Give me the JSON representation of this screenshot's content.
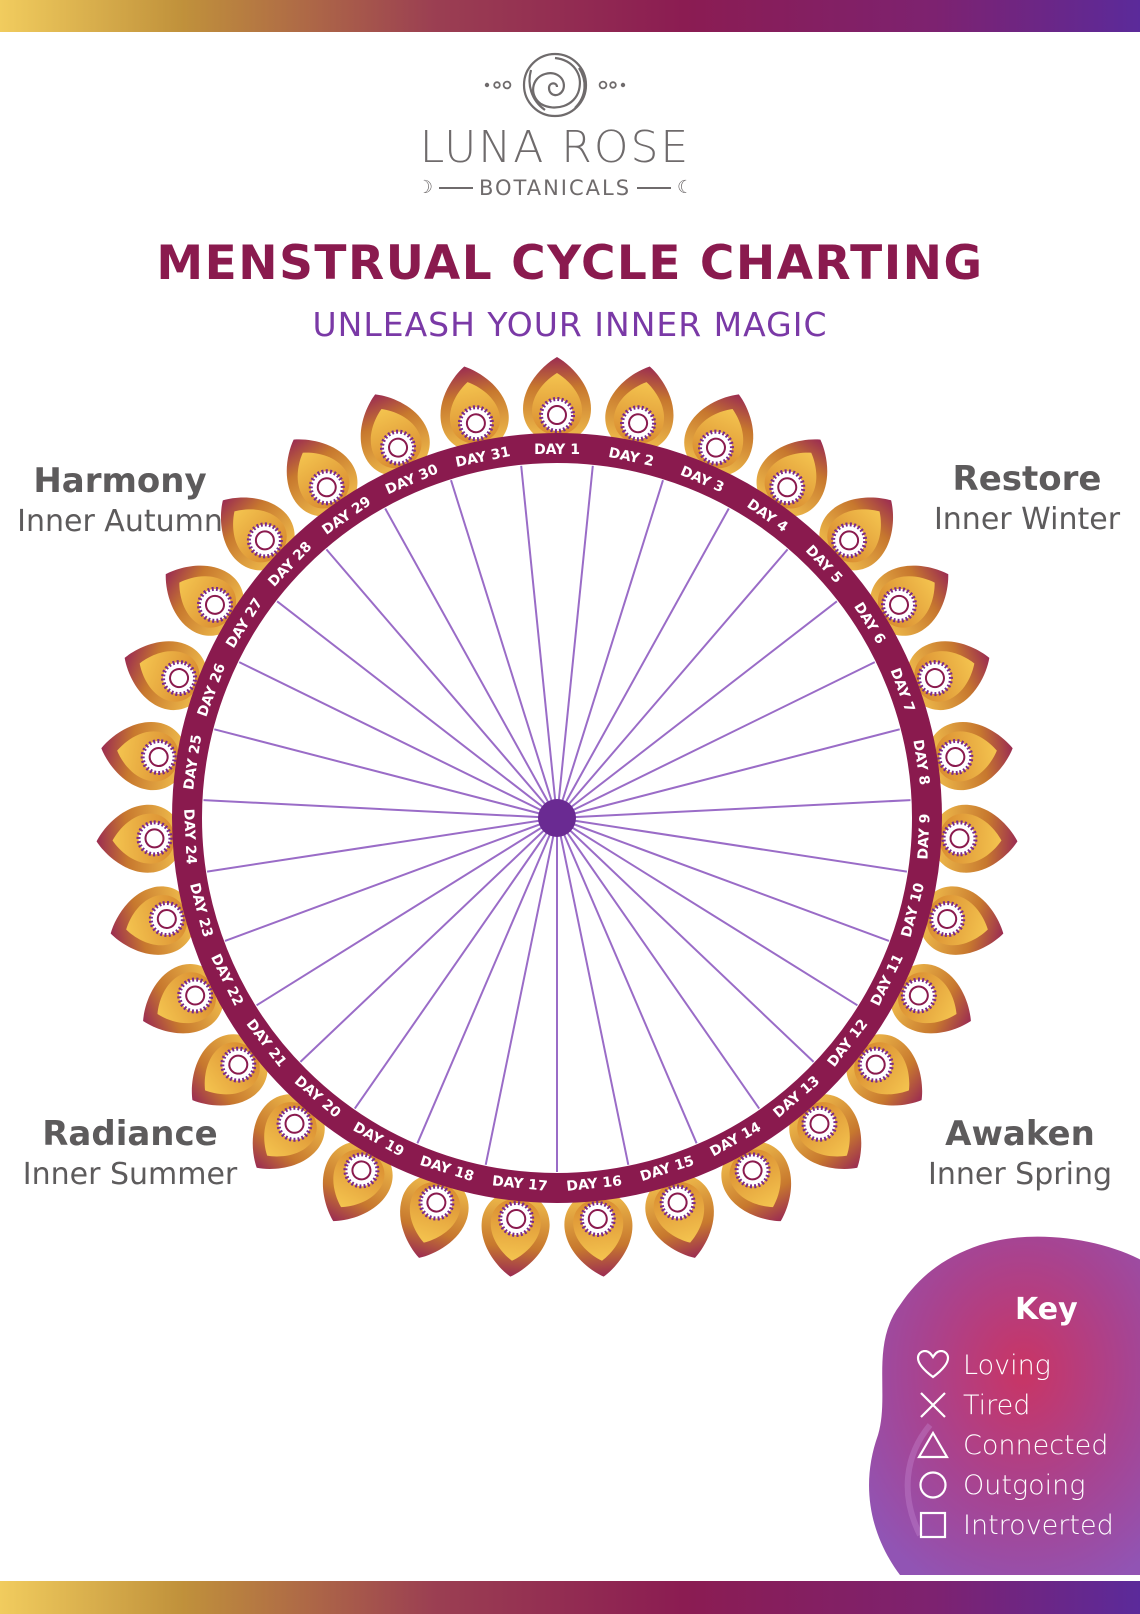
{
  "brand": {
    "name": "LUNA ROSE",
    "sub": "BOTANICALS"
  },
  "title": "MENSTRUAL CYCLE CHARTING",
  "subtitle": "UNLEASH YOUR INNER MAGIC",
  "seasons": {
    "autumn": {
      "name": "Harmony",
      "inner": "Inner Autumn"
    },
    "winter": {
      "name": "Restore",
      "inner": "Inner Winter"
    },
    "summer": {
      "name": "Radiance",
      "inner": "Inner Summer"
    },
    "spring": {
      "name": "Awaken",
      "inner": "Inner Spring"
    }
  },
  "days": [
    "DAY 1",
    "DAY 2",
    "DAY 3",
    "DAY 4",
    "DAY 5",
    "DAY 6",
    "DAY 7",
    "DAY 8",
    "DAY 9",
    "DAY 10",
    "DAY 11",
    "DAY 12",
    "DAY 13",
    "DAY 14",
    "DAY 15",
    "DAY 16",
    "DAY 17",
    "DAY 18",
    "DAY 19",
    "DAY 20",
    "DAY 21",
    "DAY 22",
    "DAY 23",
    "DAY 24",
    "DAY 25",
    "DAY 26",
    "DAY 27",
    "DAY 28",
    "DAY 29",
    "DAY 30",
    "DAY 31"
  ],
  "key": {
    "title": "Key",
    "items": [
      {
        "icon": "heart-icon",
        "label": "Loving"
      },
      {
        "icon": "x-icon",
        "label": "Tired"
      },
      {
        "icon": "triangle-icon",
        "label": "Connected"
      },
      {
        "icon": "circle-icon",
        "label": "Outgoing"
      },
      {
        "icon": "square-icon",
        "label": "Introverted"
      }
    ]
  },
  "colors": {
    "accent": "#8a1a4e",
    "purple": "#7a39a6",
    "gold": "#e2a83a",
    "spoke": "#9a6cc7",
    "hub": "#6a2a92"
  }
}
